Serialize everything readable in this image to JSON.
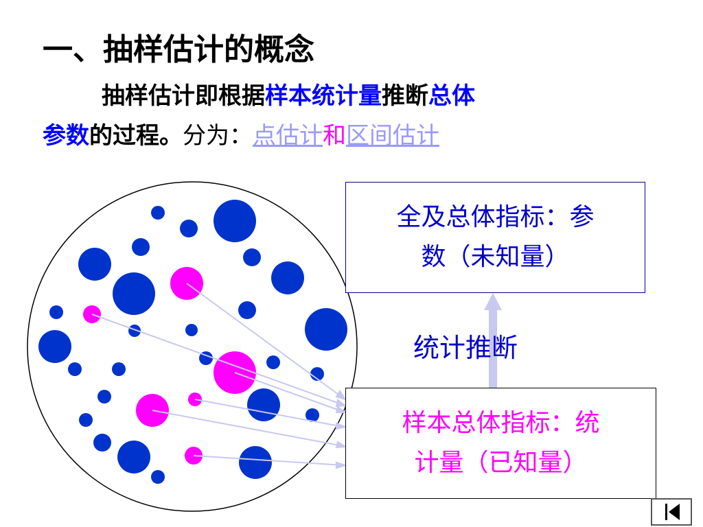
{
  "title": "一、抽样估计的概念",
  "definition": {
    "part1": "抽样估计即根据",
    "part2": "样本统计量",
    "part3": "推断",
    "part4": "总体",
    "part5": "参数",
    "part6": "的过程。",
    "part7": "分为：",
    "link_point": "点估计",
    "conj": "和",
    "link_interval": "区间估计"
  },
  "population_box": {
    "line1": "全及总体指标：参",
    "line2": "数（未知量）"
  },
  "inference_label": "统计推断",
  "sample_box": {
    "line1": "样本总体指标：统",
    "line2": "计量（已知量）"
  },
  "colors": {
    "blue_dot": "#0033cc",
    "sample_dot": "#ff00ff",
    "arrow": "#c8c8f0",
    "text_blue": "#0000ff",
    "text_magenta": "#ff00ff"
  },
  "nav": {
    "icon": "first-slide-icon"
  }
}
